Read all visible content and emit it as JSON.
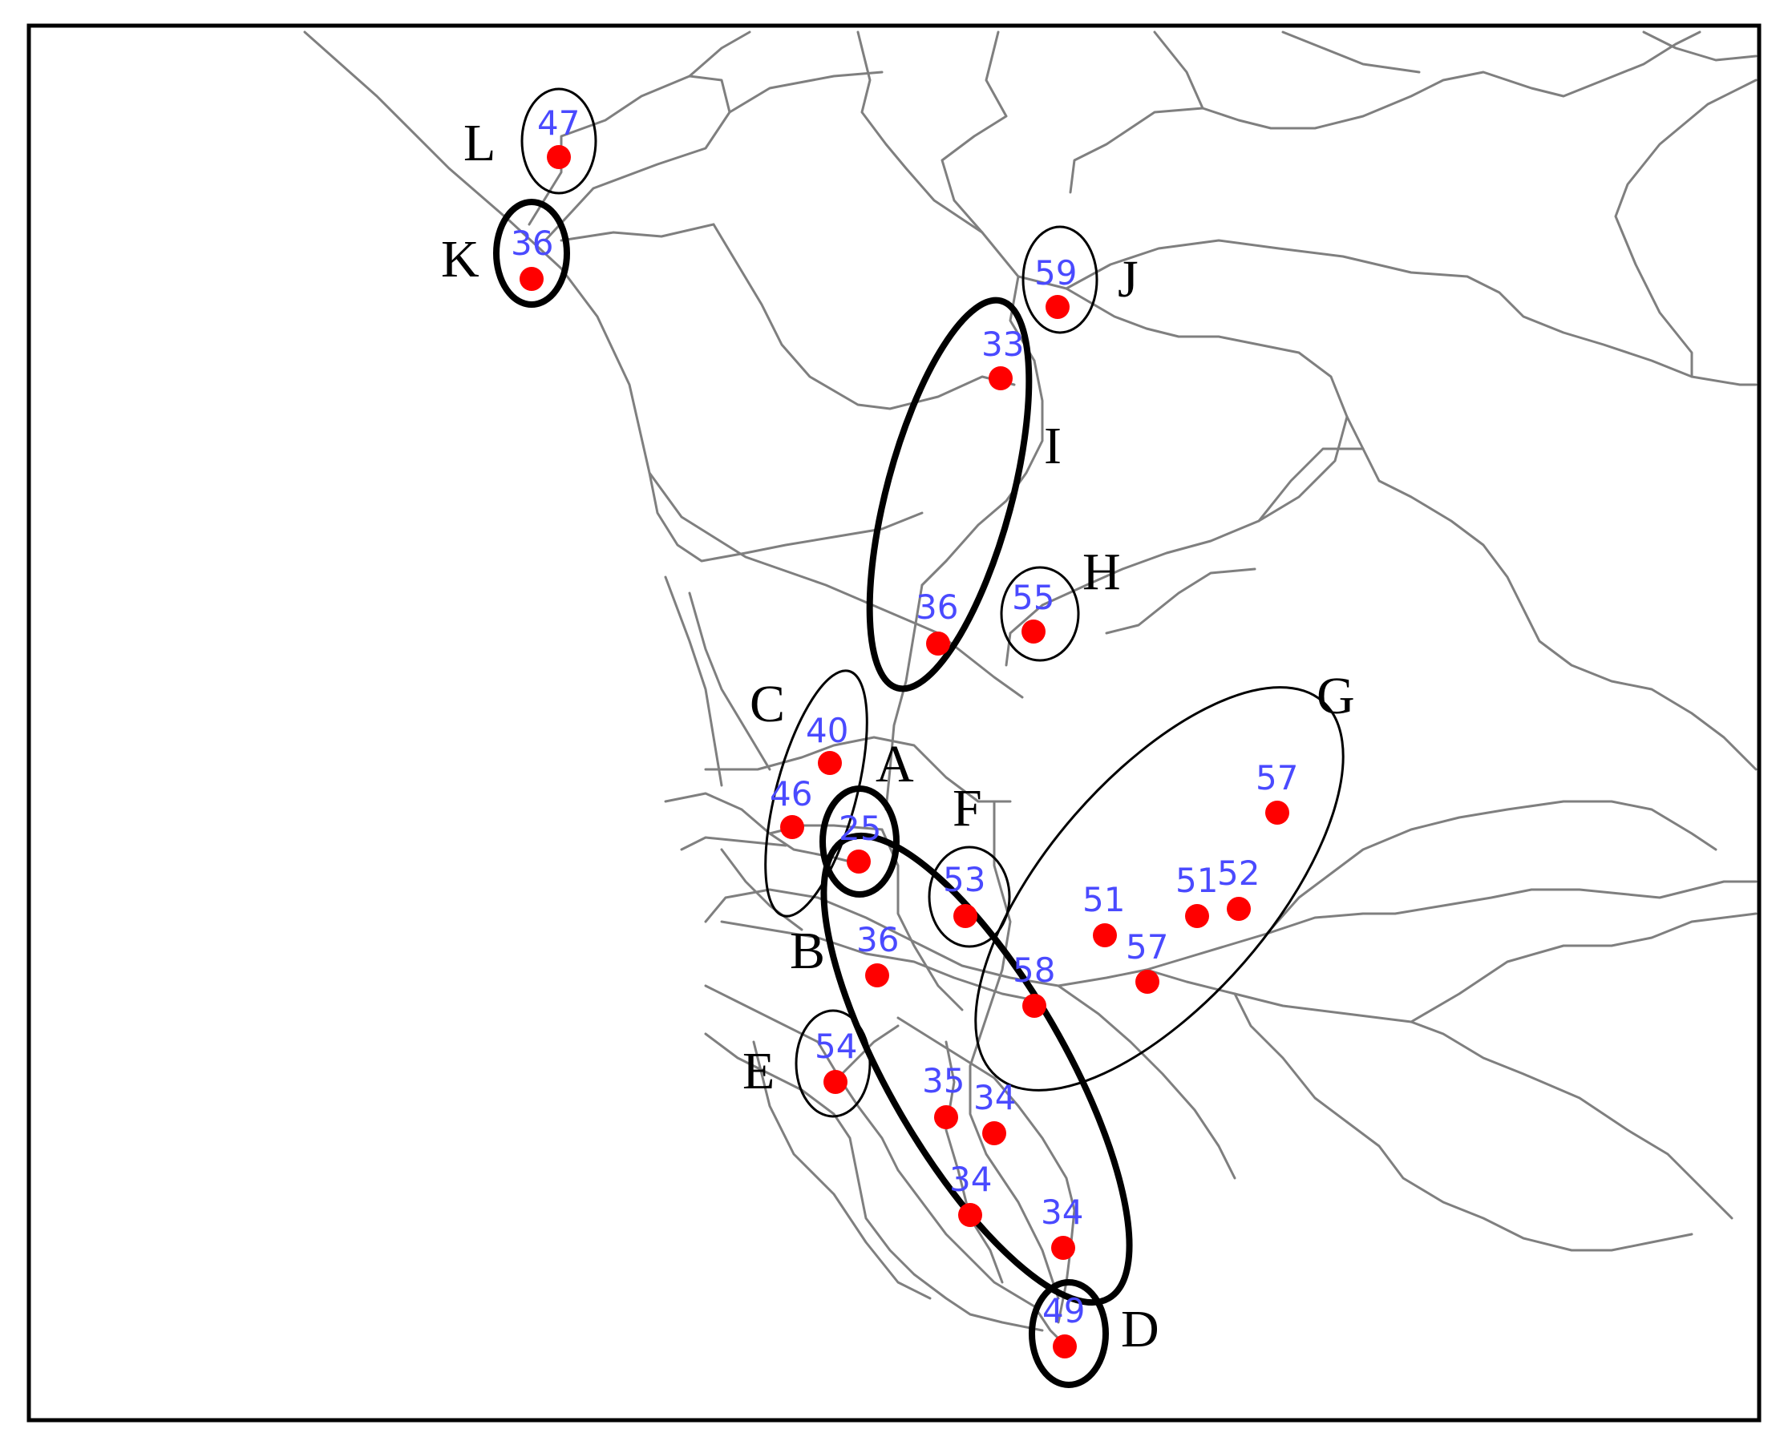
{
  "regions": [
    {
      "id": "A",
      "label": "A",
      "emphasis": "thick"
    },
    {
      "id": "B",
      "label": "B",
      "emphasis": "thick"
    },
    {
      "id": "C",
      "label": "C",
      "emphasis": "thin"
    },
    {
      "id": "D",
      "label": "D",
      "emphasis": "thick"
    },
    {
      "id": "E",
      "label": "E",
      "emphasis": "thin"
    },
    {
      "id": "F",
      "label": "F",
      "emphasis": "thin"
    },
    {
      "id": "G",
      "label": "G",
      "emphasis": "thin"
    },
    {
      "id": "H",
      "label": "H",
      "emphasis": "thin"
    },
    {
      "id": "I",
      "label": "I",
      "emphasis": "thick"
    },
    {
      "id": "J",
      "label": "J",
      "emphasis": "thin"
    },
    {
      "id": "K",
      "label": "K",
      "emphasis": "thick"
    },
    {
      "id": "L",
      "label": "L",
      "emphasis": "thin"
    }
  ],
  "stations": [
    {
      "value": "47",
      "region": "L"
    },
    {
      "value": "36",
      "region": "K"
    },
    {
      "value": "59",
      "region": "J"
    },
    {
      "value": "33",
      "region": "I"
    },
    {
      "value": "36",
      "region": "I"
    },
    {
      "value": "55",
      "region": "H"
    },
    {
      "value": "40",
      "region": "C"
    },
    {
      "value": "46",
      "region": "C"
    },
    {
      "value": "25",
      "region": "A"
    },
    {
      "value": "53",
      "region": "F"
    },
    {
      "value": "57",
      "region": "G"
    },
    {
      "value": "51",
      "region": "G"
    },
    {
      "value": "51",
      "region": "G"
    },
    {
      "value": "52",
      "region": "G"
    },
    {
      "value": "57",
      "region": "G"
    },
    {
      "value": "58",
      "region": "G"
    },
    {
      "value": "36",
      "region": "B"
    },
    {
      "value": "54",
      "region": "E"
    },
    {
      "value": "35",
      "region": "B"
    },
    {
      "value": "34",
      "region": "B"
    },
    {
      "value": "34",
      "region": "B"
    },
    {
      "value": "34",
      "region": "B"
    },
    {
      "value": "49",
      "region": "D"
    }
  ],
  "colors": {
    "station_dot": "#ff0000",
    "station_label": "#4a4aff",
    "road": "#7f7f7f",
    "cluster_outline": "#000000"
  }
}
